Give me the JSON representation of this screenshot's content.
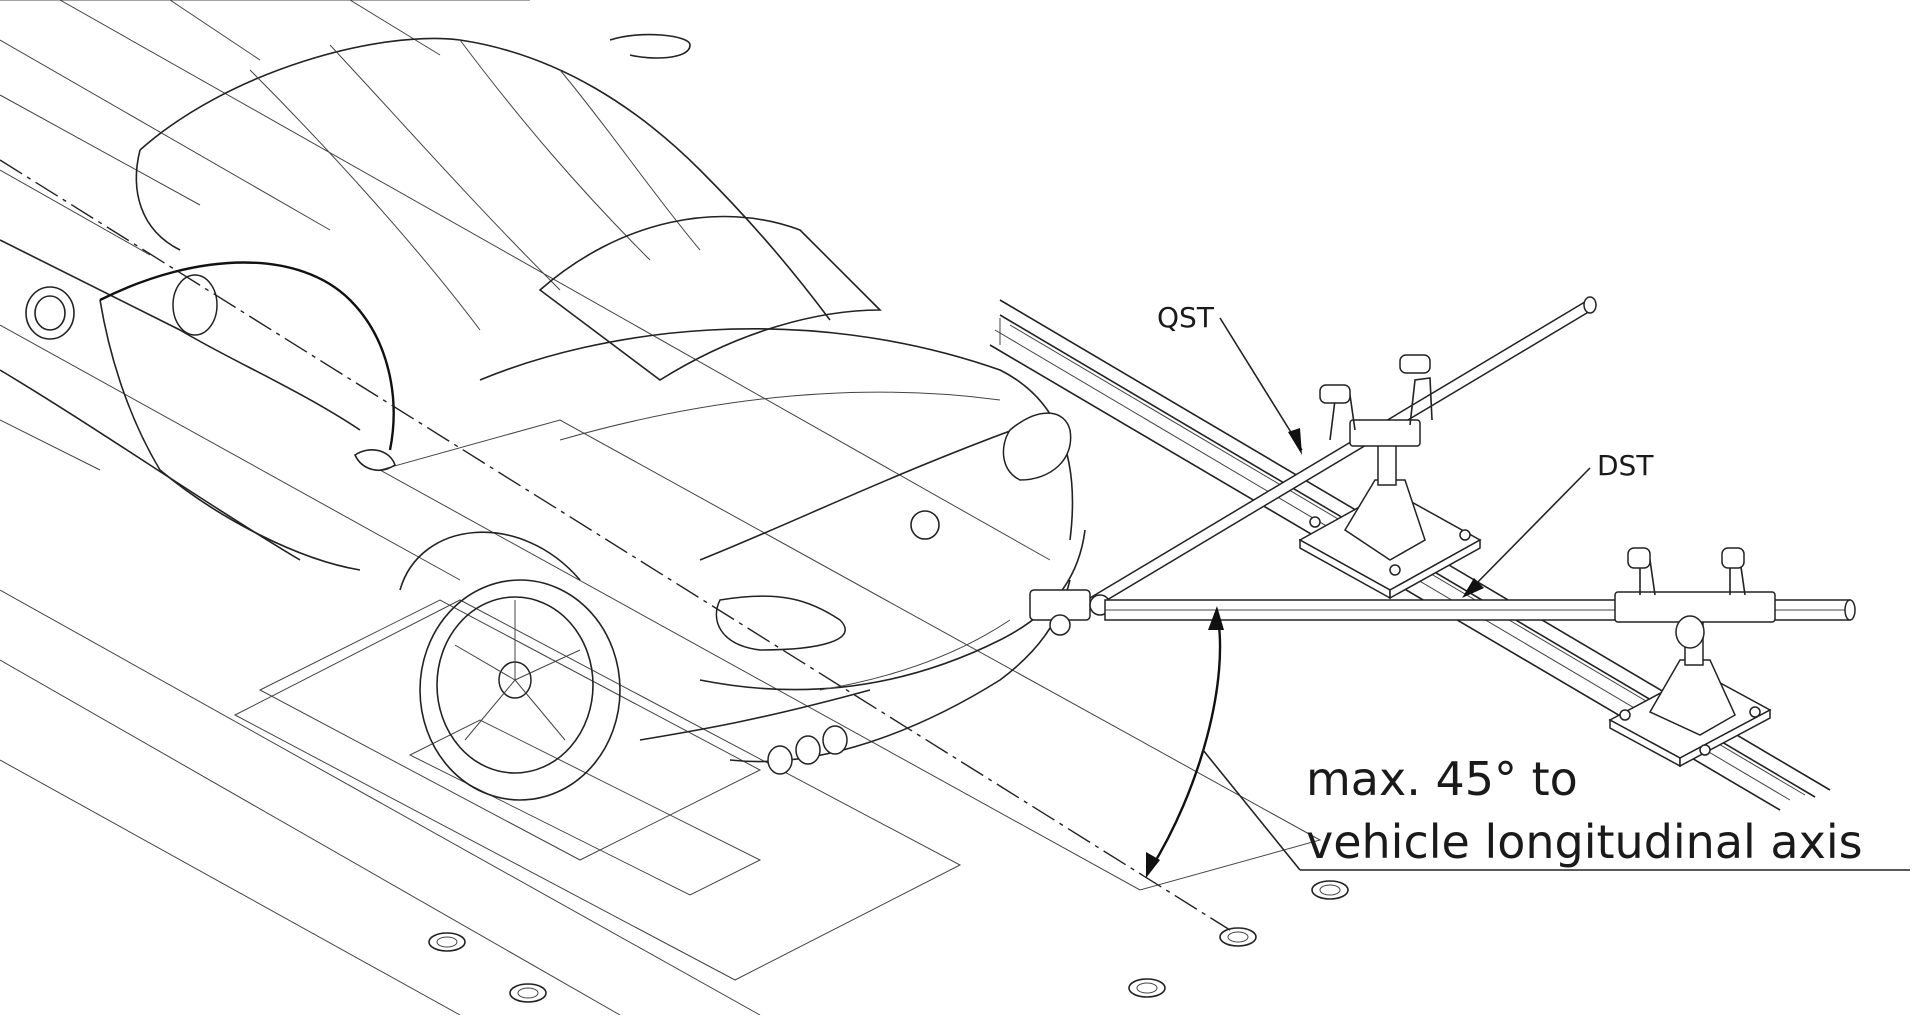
{
  "labels": {
    "qst": "QST",
    "dst": "DST",
    "angle_note_line1": "max. 45° to",
    "angle_note_line2": "vehicle longitudinal axis"
  },
  "colors": {
    "line": "#222222",
    "background": "#ffffff"
  }
}
